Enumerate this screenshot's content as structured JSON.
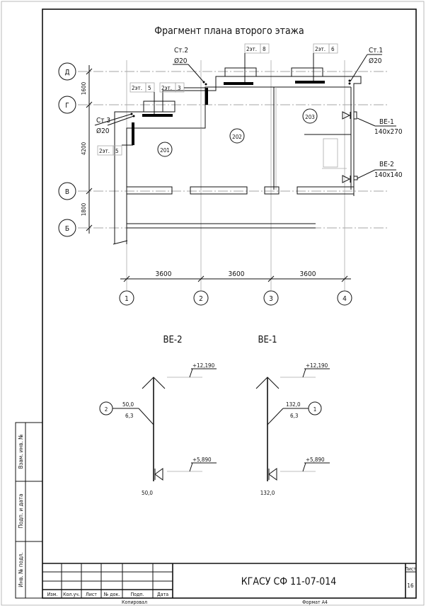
{
  "plan": {
    "title": "Фрагмент плана второго этажа",
    "axes_rows": [
      "Д",
      "Г",
      "В",
      "Б"
    ],
    "axes_cols": [
      "1",
      "2",
      "3",
      "4"
    ],
    "col_dims": [
      "3600",
      "3600",
      "3600"
    ],
    "row_dims": [
      "1600",
      "4200",
      "1800"
    ],
    "rooms": [
      "201",
      "202",
      "203"
    ],
    "risers": [
      {
        "name": "Ст.1",
        "dia": "Ø20"
      },
      {
        "name": "Ст.2",
        "dia": "Ø20"
      },
      {
        "name": "Ст.3",
        "dia": "Ø20"
      }
    ],
    "radiator_tags": [
      {
        "floor": "2эт.",
        "count": "8"
      },
      {
        "floor": "2эт.",
        "count": "6"
      },
      {
        "floor": "2эт.",
        "count": "5"
      },
      {
        "floor": "2эт.",
        "count": "3"
      },
      {
        "floor": "2эт.",
        "count": "5"
      }
    ],
    "vents": [
      {
        "name": "ВЕ-1",
        "size": "140x270"
      },
      {
        "name": "ВЕ-2",
        "size": "140x140"
      }
    ]
  },
  "schemes": [
    {
      "name": "ВЕ-2",
      "top": "+12,190",
      "bottom": "+5,890",
      "node": "2",
      "flow": "50,0",
      "speed": "6,3",
      "base_flow": "50,0"
    },
    {
      "name": "ВЕ-1",
      "top": "+12,190",
      "bottom": "+5,890",
      "node": "1",
      "flow": "132,0",
      "speed": "6,3",
      "base_flow": "132,0"
    }
  ],
  "side_stamp": [
    "Взам. инв. №",
    "Подп. и дата",
    "Инв. № подл."
  ],
  "title_block": {
    "columns": [
      "Изм.",
      "Кол.уч.",
      "Лист",
      "№ док.",
      "Подп.",
      "Дата"
    ],
    "code": "КГАСУ СФ 11-07-014",
    "sheet_label": "Лист",
    "sheet_number": "16",
    "copied": "Копировал",
    "format": "Формат А4"
  }
}
